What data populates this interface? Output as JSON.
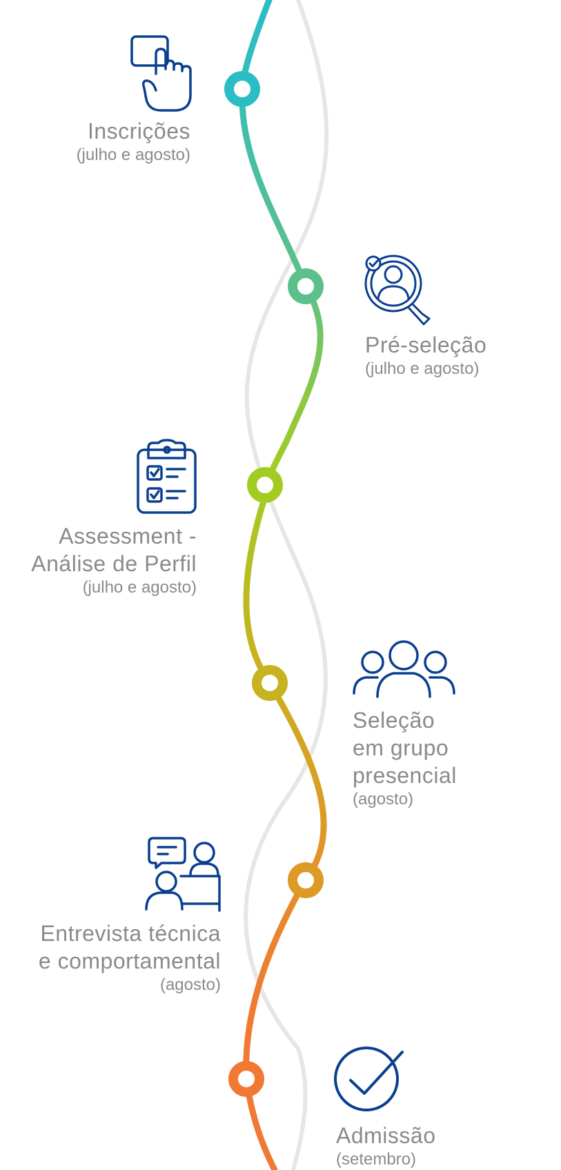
{
  "colors": {
    "icon": "#0a3f8f",
    "text": "#8a8a8a",
    "back_line": "#e6e6e6",
    "gradient": [
      "#2bbdc5",
      "#5dc08a",
      "#a3cc23",
      "#c7b21f",
      "#dd9a25",
      "#f07a33"
    ]
  },
  "steps": [
    {
      "title_lines": [
        "Inscrições"
      ],
      "date": "(julho e agosto)",
      "icon": "touch-screen-icon",
      "color": "#2bbdc5"
    },
    {
      "title_lines": [
        "Pré-seleção"
      ],
      "date": "(julho e agosto)",
      "icon": "candidate-search-icon",
      "color": "#5dc08a"
    },
    {
      "title_lines": [
        "Assessment -",
        "Análise de Perfil"
      ],
      "date": "(julho e agosto)",
      "icon": "clipboard-checklist-icon",
      "color": "#a3cc23"
    },
    {
      "title_lines": [
        "Seleção",
        "em grupo",
        "presencial"
      ],
      "date": "(agosto)",
      "icon": "group-people-icon",
      "color": "#c7b21f"
    },
    {
      "title_lines": [
        "Entrevista técnica",
        "e comportamental"
      ],
      "date": "(agosto)",
      "icon": "interview-icon",
      "color": "#dd9a25"
    },
    {
      "title_lines": [
        "Admissão"
      ],
      "date": "(setembro)",
      "icon": "check-circle-icon",
      "color": "#f07a33"
    }
  ]
}
